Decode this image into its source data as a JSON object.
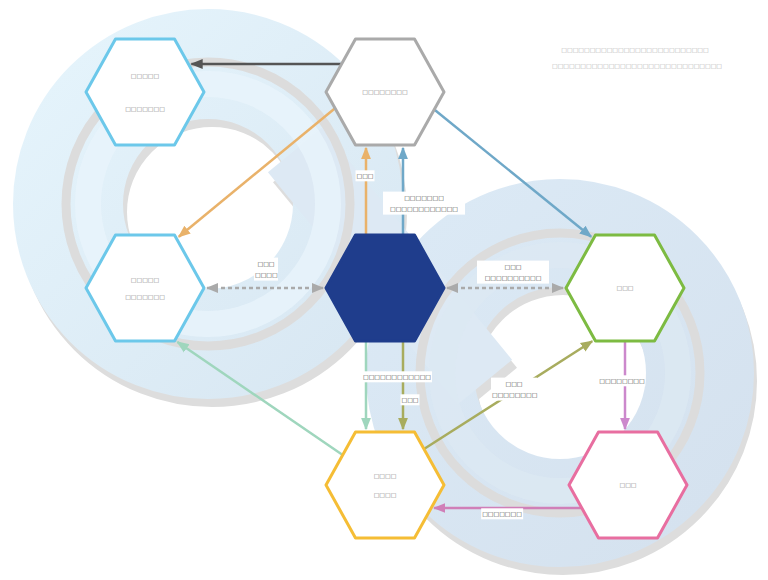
{
  "diagram": {
    "nodes": [
      {
        "text": [
          "□□□□□",
          "□□□□□□□"
        ]
      },
      {
        "text": [
          "□□□□□□□□"
        ]
      },
      {
        "text": [
          "□□□□□",
          "□□□□□□□"
        ]
      },
      {
        "text": []
      },
      {
        "text": [
          "□□□"
        ]
      },
      {
        "text": [
          "□□□□",
          "□□□□"
        ]
      },
      {
        "text": [
          "□□□"
        ]
      }
    ],
    "edges": [
      {
        "from": 1,
        "to": 0,
        "arrow": "to"
      },
      {
        "from": 1,
        "to": 2,
        "arrow": "to"
      },
      {
        "from": 1,
        "to": 4,
        "arrow": "to"
      },
      {
        "from": 3,
        "to": 1,
        "arrow": "to",
        "label": "□□□"
      },
      {
        "from": 3,
        "to": 1,
        "arrow": "to",
        "label": "□□□□□□□ □□□□□□□□□□□□"
      },
      {
        "from": 3,
        "to": 2,
        "arrow": "both",
        "label": "□□□ □□□□"
      },
      {
        "from": 3,
        "to": 4,
        "arrow": "both",
        "label": "□□□ □□□□□□□□□□"
      },
      {
        "from": 3,
        "to": 5,
        "arrow": "to",
        "label": "□□□□□□□□□□□□"
      },
      {
        "from": 3,
        "to": 5,
        "arrow": "to",
        "label": "□□□"
      },
      {
        "from": 5,
        "to": 2,
        "arrow": "to"
      },
      {
        "from": 5,
        "to": 4,
        "arrow": "to",
        "label": "□□□ □□□□□□□□"
      },
      {
        "from": 4,
        "to": 6,
        "arrow": "to",
        "label": "□□□□□□□□"
      },
      {
        "from": 6,
        "to": 5,
        "arrow": "to",
        "label": "□□□□□□□"
      }
    ],
    "labels": [
      "□□□□□□□□□□□□□□□□□□□□□□□□□□",
      "□□□□□□□□□□□□□□□□□□□□□□□□□□□□□□"
    ]
  }
}
